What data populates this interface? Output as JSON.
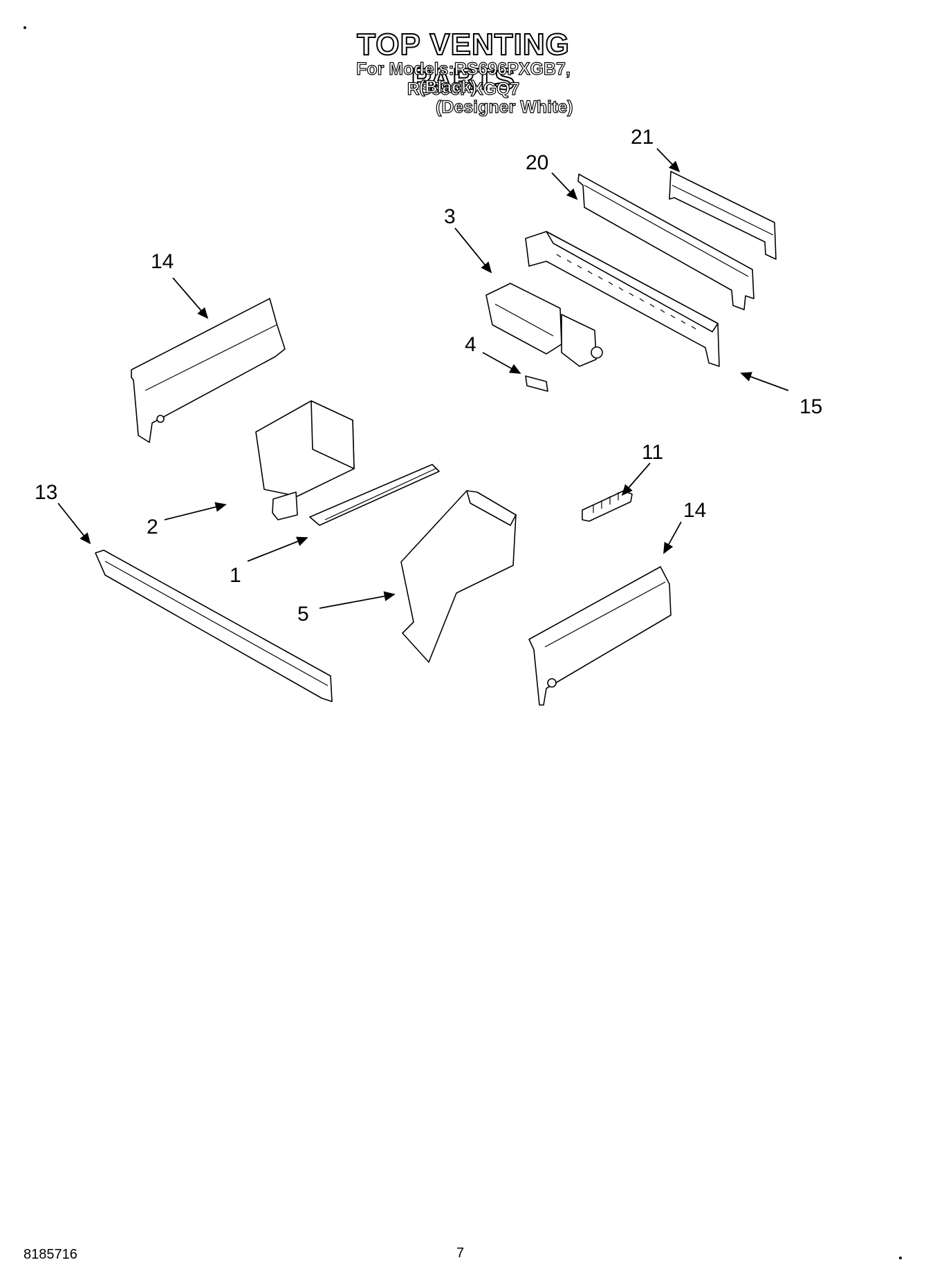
{
  "header": {
    "title": "TOP VENTING PARTS",
    "models": "For Models:RS696PXGB7, RS696PXGQ7",
    "variant_black": "(Black)",
    "variant_white": "(Designer White)"
  },
  "callouts": {
    "c1": "1",
    "c2": "2",
    "c3": "3",
    "c4": "4",
    "c5": "5",
    "c11": "11",
    "c13": "13",
    "c14a": "14",
    "c14b": "14",
    "c15": "15",
    "c20": "20",
    "c21": "21"
  },
  "footer": {
    "doc_number": "8185716",
    "page_number": "7"
  }
}
